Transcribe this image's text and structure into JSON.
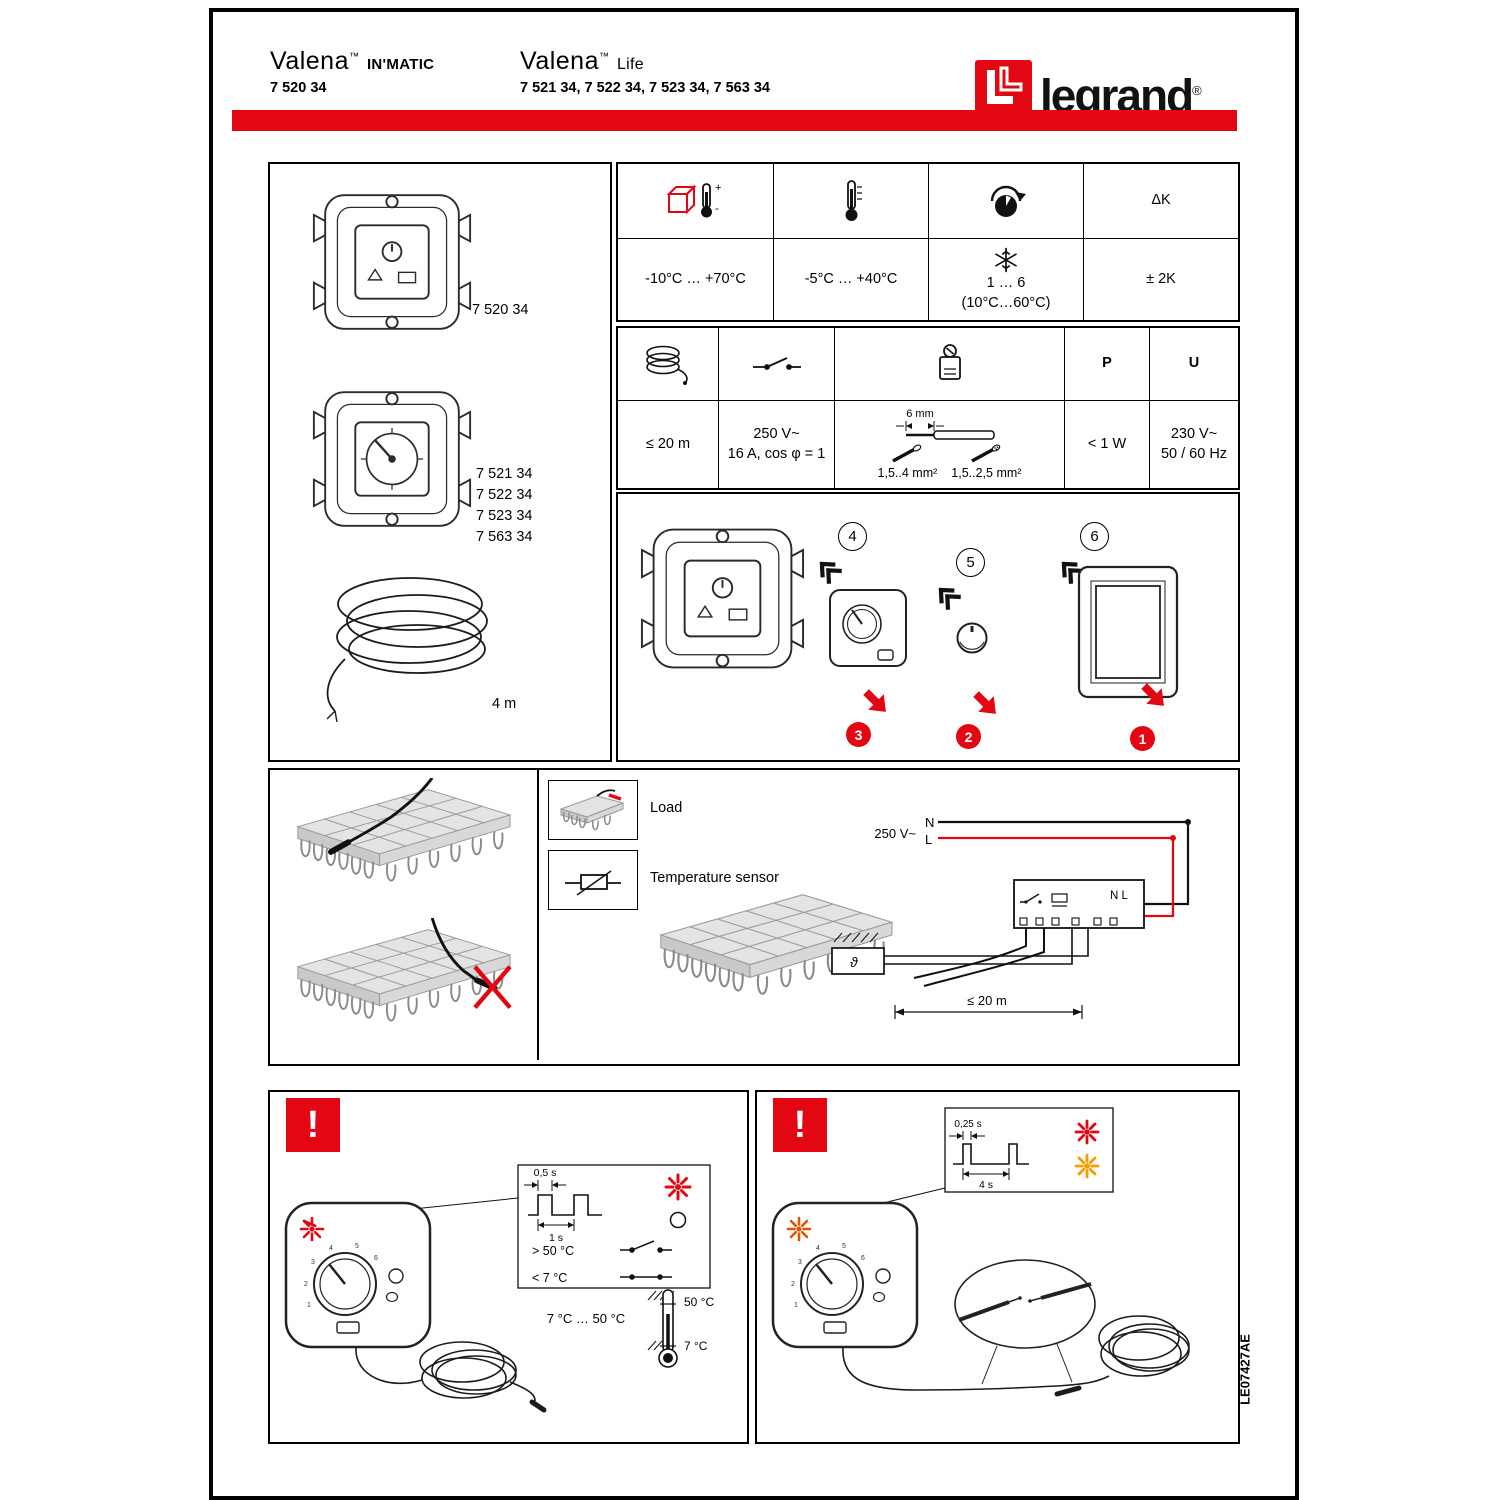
{
  "header": {
    "product1": {
      "name": "Valena",
      "tm": "™",
      "variant": "IN'MATIC",
      "ref": "7 520 34"
    },
    "product2": {
      "name": "Valena",
      "tm": "™",
      "variant": "Life",
      "refs": "7 521 34, 7 522 34, 7 523 34, 7 563 34"
    },
    "brand": {
      "name": "legrand",
      "reg": "®"
    }
  },
  "products": {
    "ref_single": "7 520 34",
    "refs_multi": [
      "7 521 34",
      "7 522 34",
      "7 523 34",
      "7 563 34"
    ],
    "sensor_length": "4 m",
    "dial_numbers": [
      "1",
      "2",
      "3",
      "4",
      "5",
      "6"
    ]
  },
  "env_table": {
    "icon_plus": "+",
    "icon_minus": "-",
    "delta_k": "ΔK",
    "storage_temp": "-10°C … +70°C",
    "operating_temp": "-5°C … +40°C",
    "setting_range": "1 … 6",
    "setting_range_temp": "(10°C…60°C)",
    "accuracy": "± 2K"
  },
  "elec_table": {
    "p_label": "P",
    "u_label": "U",
    "sensor_max_length": "≤ 20 m",
    "rating_line1": "250 V~",
    "rating_line2": "16 A, cos φ = 1",
    "strip_length": "6 mm",
    "wire_rigid": "1,5..4 mm²",
    "wire_flexible": "1,5..2,5 mm²",
    "consumption": "< 1 W",
    "supply_line1": "230 V~",
    "supply_line2": "50 / 60 Hz"
  },
  "assembly": {
    "step_4": "4",
    "step_5": "5",
    "step_6": "6",
    "step_3": "3",
    "step_2": "2",
    "step_1": "1"
  },
  "installation": {
    "legend_load": "Load",
    "legend_sensor": "Temperature sensor",
    "supply_voltage": "250 V~",
    "neutral_label": "N",
    "line_label": "L",
    "terminals_label": "N L",
    "sensor_distance": "≤ 20 m",
    "sensor_symbol": "ϑ"
  },
  "warning_blink": {
    "mark": "!",
    "pulse_on": "0,5 s",
    "period": "1 s",
    "above_limit": "> 50 °C",
    "below_limit": "<  7 °C",
    "range": "7 °C … 50 °C",
    "temp_high": "50 °C",
    "temp_low": "7 °C"
  },
  "warning_sensor": {
    "mark": "!",
    "pulse_on": "0,25 s",
    "period": "4 s"
  },
  "doc_ref": "LE07427AE"
}
